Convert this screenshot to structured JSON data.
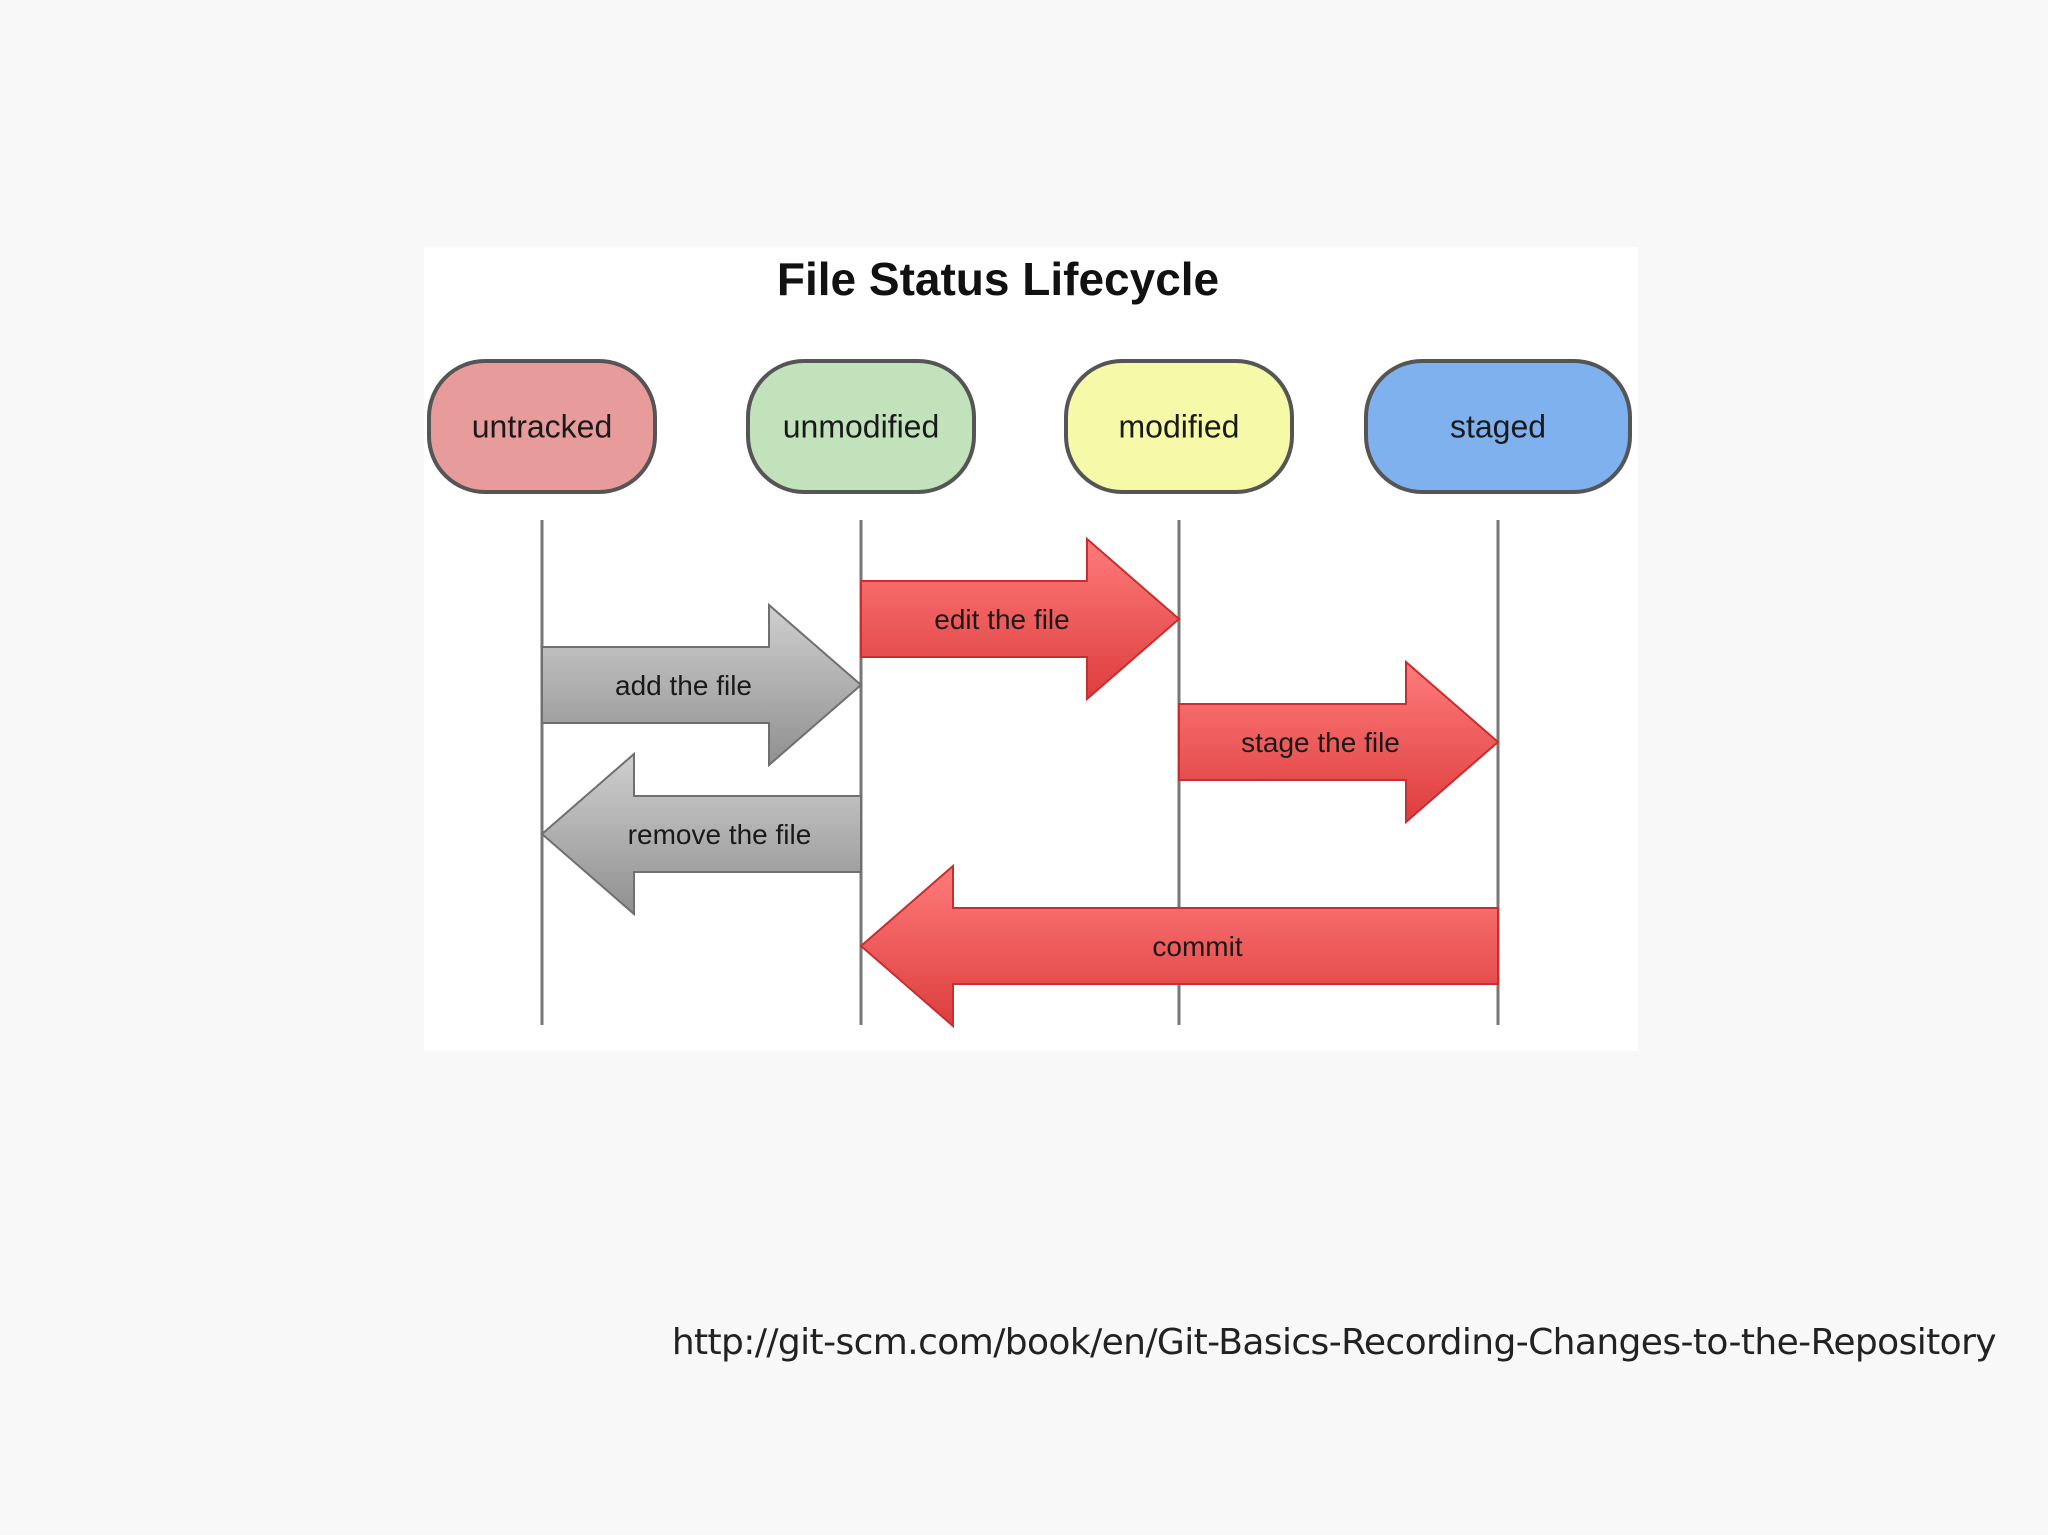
{
  "diagram": {
    "title": "File Status Lifecycle",
    "states": [
      {
        "id": "untracked",
        "label": "untracked",
        "fill": "#e89b9b"
      },
      {
        "id": "unmodified",
        "label": "unmodified",
        "fill": "#c2e2bb"
      },
      {
        "id": "modified",
        "label": "modified",
        "fill": "#f5f9a8"
      },
      {
        "id": "staged",
        "label": "staged",
        "fill": "#7fb1ee"
      }
    ],
    "transitions": [
      {
        "id": "edit",
        "label": "edit the file",
        "from": "unmodified",
        "to": "modified",
        "color": "red"
      },
      {
        "id": "add",
        "label": "add the file",
        "from": "untracked",
        "to": "unmodified",
        "color": "gray"
      },
      {
        "id": "stage",
        "label": "stage the file",
        "from": "modified",
        "to": "staged",
        "color": "red"
      },
      {
        "id": "remove",
        "label": "remove the file",
        "from": "unmodified",
        "to": "untracked",
        "color": "gray"
      },
      {
        "id": "commit",
        "label": "commit",
        "from": "staged",
        "to": "unmodified",
        "color": "red"
      }
    ],
    "colors": {
      "red_light": "#ff7b7b",
      "red_dark": "#dd3d3d",
      "gray_light": "#cfcfcf",
      "gray_dark": "#909090",
      "outline": "#555555"
    }
  },
  "source": {
    "url": "http://git-scm.com/book/en/Git-Basics-Recording-Changes-to-the-Repository"
  }
}
